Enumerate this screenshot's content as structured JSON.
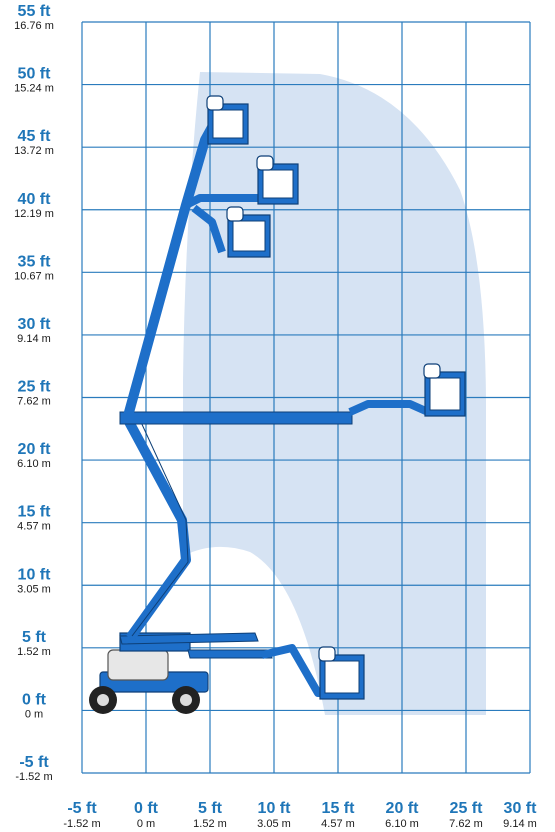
{
  "chart_data": {
    "type": "range-diagram",
    "y_ticks": [
      {
        "ft": "55 ft",
        "m": "16.76 m"
      },
      {
        "ft": "50 ft",
        "m": "15.24 m"
      },
      {
        "ft": "45 ft",
        "m": "13.72 m"
      },
      {
        "ft": "40 ft",
        "m": "12.19 m"
      },
      {
        "ft": "35 ft",
        "m": "10.67 m"
      },
      {
        "ft": "30 ft",
        "m": "9.14 m"
      },
      {
        "ft": "25 ft",
        "m": "7.62 m"
      },
      {
        "ft": "20 ft",
        "m": "6.10 m"
      },
      {
        "ft": "15 ft",
        "m": "4.57 m"
      },
      {
        "ft": "10 ft",
        "m": "3.05 m"
      },
      {
        "ft": "5 ft",
        "m": "1.52 m"
      },
      {
        "ft": "0 ft",
        "m": "0 m"
      },
      {
        "ft": "-5 ft",
        "m": "-1.52 m"
      }
    ],
    "x_ticks": [
      {
        "ft": "-5 ft",
        "m": "-1.52 m"
      },
      {
        "ft": "0 ft",
        "m": "0 m"
      },
      {
        "ft": "5 ft",
        "m": "1.52 m"
      },
      {
        "ft": "10 ft",
        "m": "3.05 m"
      },
      {
        "ft": "15 ft",
        "m": "4.57 m"
      },
      {
        "ft": "20 ft",
        "m": "6.10 m"
      },
      {
        "ft": "25 ft",
        "m": "7.62 m"
      },
      {
        "ft": "30 ft",
        "m": "9.14 m"
      }
    ],
    "x_range_ft": [
      -5,
      30
    ],
    "y_range_ft": [
      -5,
      55
    ],
    "working_envelope_color": "#d6e3f3",
    "grid_color": "#2a7bbd",
    "machine_color": "#1e6fc9",
    "tick_ft_color": "#1f76b8"
  }
}
